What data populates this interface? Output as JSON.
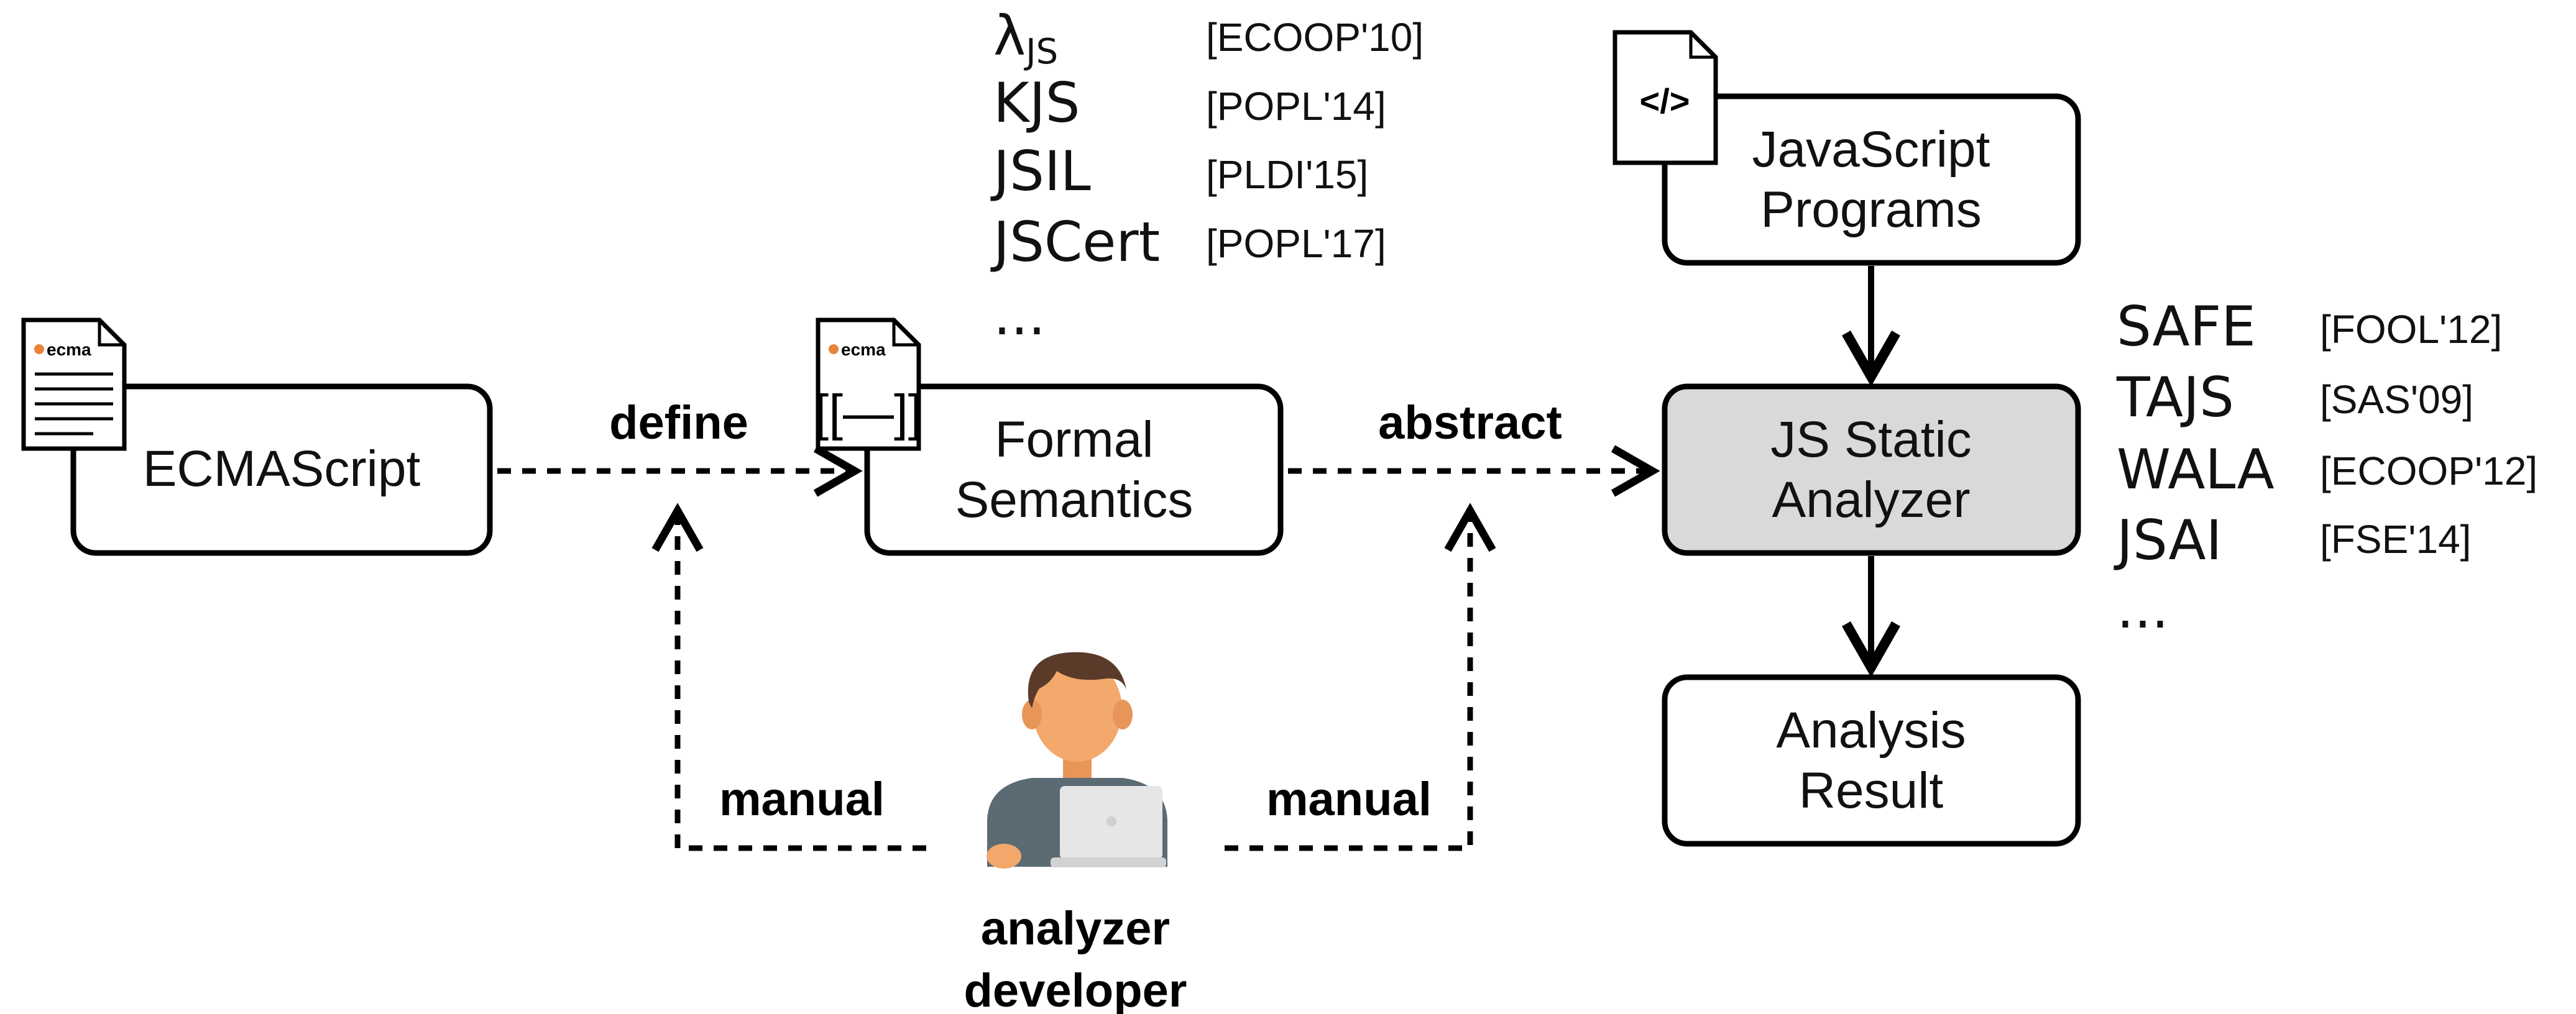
{
  "nodes": {
    "ecmascript": {
      "label": "ECMAScript"
    },
    "formal_semantics": {
      "line1": "Formal",
      "line2": "Semantics"
    },
    "js_programs": {
      "line1": "JavaScript",
      "line2": "Programs"
    },
    "static_analyzer": {
      "line1": "JS Static",
      "line2": "Analyzer"
    },
    "analysis_result": {
      "line1": "Analysis",
      "line2": "Result"
    }
  },
  "edges": {
    "define": "define",
    "abstract": "abstract",
    "manual_left": "manual",
    "manual_right": "manual"
  },
  "developer": {
    "line1": "analyzer",
    "line2": "developer"
  },
  "icons": {
    "ecma_doc_label": "ecma",
    "ecma_doc2_label": "ecma",
    "semantic_bracket": "[[—]]",
    "code_file": "</>"
  },
  "semantics_list": [
    {
      "name": "λJS",
      "name_main": "λ",
      "name_sub": "JS",
      "cite": "[ECOOP'10]"
    },
    {
      "name": "KJS",
      "cite": "[POPL'14]"
    },
    {
      "name": "JSIL",
      "cite": "[PLDI'15]"
    },
    {
      "name": "JSCert",
      "cite": "[POPL'17]"
    },
    {
      "name": "..."
    }
  ],
  "analyzers_list": [
    {
      "name": "SAFE",
      "cite": "[FOOL'12]"
    },
    {
      "name": "TAJS",
      "cite": "[SAS'09]"
    },
    {
      "name": "WALA",
      "cite": "[ECOOP'12]"
    },
    {
      "name": "JSAI",
      "cite": "[FSE'14]"
    },
    {
      "name": "..."
    }
  ],
  "colors": {
    "analyzer_fill": "#d9d9d9",
    "ecma_orange": "#e8843a",
    "skin": "#f2a96b",
    "hair": "#5a3b2a",
    "shirt": "#5b6b74",
    "laptop": "#e6e6e6"
  }
}
